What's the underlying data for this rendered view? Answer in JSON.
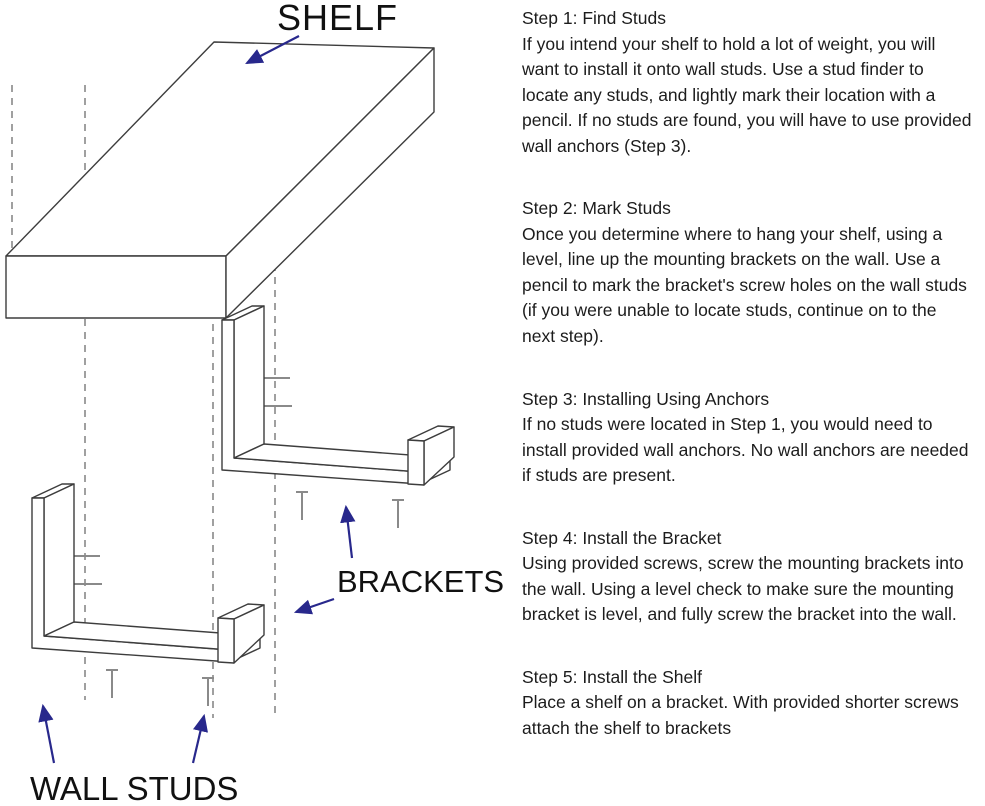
{
  "diagram": {
    "labels": {
      "shelf": "SHELF",
      "brackets": "BRACKETS",
      "wall_studs": "WALL STUDS"
    },
    "colors": {
      "line": "#3d3d3d",
      "arrow": "#28288c",
      "dash": "#777777",
      "screw": "#8a8a8a",
      "text": "#1c1c1c"
    }
  },
  "steps": [
    {
      "title": "Step 1: Find Studs",
      "body": "If you intend your shelf to hold a lot of weight, you will want to install it onto wall studs. Use a stud finder to locate any studs, and lightly mark their location with a pencil. If no studs are found, you will have to use provided wall anchors (Step 3)."
    },
    {
      "title": "Step 2: Mark Studs",
      "body": "Once you determine where to hang your shelf, using a level, line up the mounting brackets on the wall. Use a pencil to mark the bracket's screw holes on the wall studs (if you were unable to locate studs, continue on to the next step)."
    },
    {
      "title": "Step 3: Installing Using Anchors",
      "body": "If no studs were located in Step 1, you would need to install provided wall anchors. No wall anchors are needed if studs are present."
    },
    {
      "title": "Step 4: Install the Bracket",
      "body": "Using provided screws, screw the mounting brackets into the wall. Using a level check to make sure the mounting bracket is level, and fully screw the bracket into the wall."
    },
    {
      "title": "Step 5: Install the Shelf",
      "body": "Place a shelf on a bracket. With provided shorter screws attach the shelf to brackets"
    }
  ]
}
